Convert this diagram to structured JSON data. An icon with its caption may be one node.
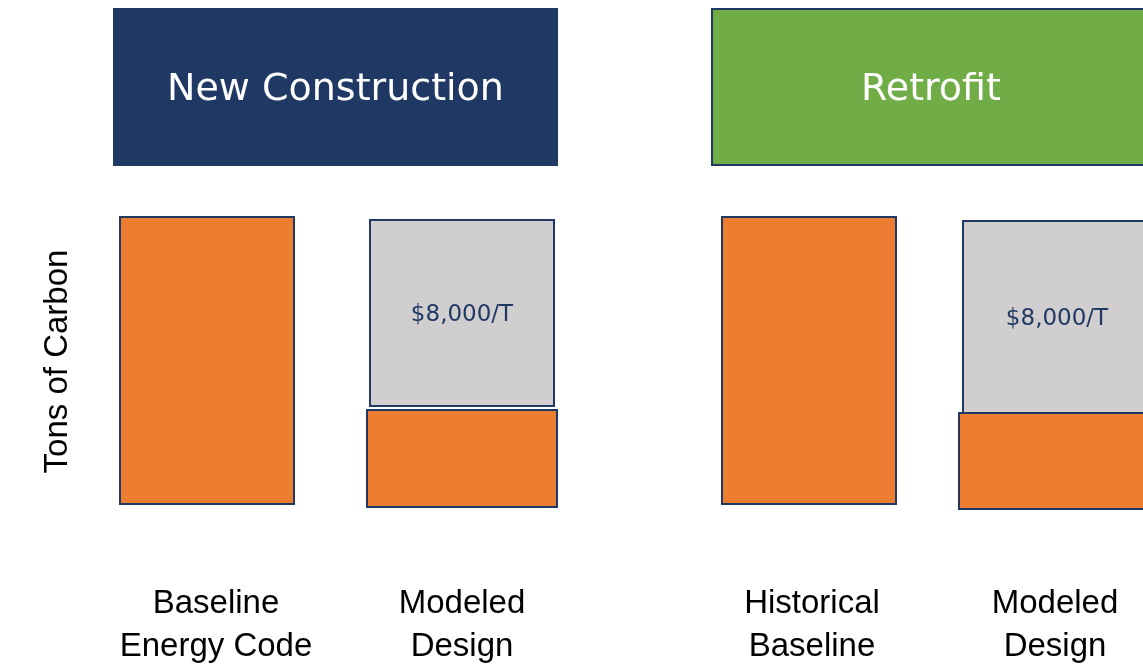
{
  "diagram": {
    "nodes": [
      {
        "text": [
          "New Construction"
        ]
      },
      {
        "text": [
          "Retrofit"
        ]
      },
      {
        "text": [],
        "shape": "box"
      },
      {
        "text": [
          "$8,000/T"
        ]
      },
      {
        "text": [],
        "shape": "box"
      },
      {
        "text": [],
        "shape": "box"
      },
      {
        "text": [
          "$8,000/T"
        ]
      },
      {
        "text": [],
        "shape": "box"
      }
    ],
    "labels": [
      "Tons of Carbon",
      "Baseline Energy Code",
      "Modeled Design",
      "Historical Baseline",
      "Modeled Design"
    ]
  }
}
